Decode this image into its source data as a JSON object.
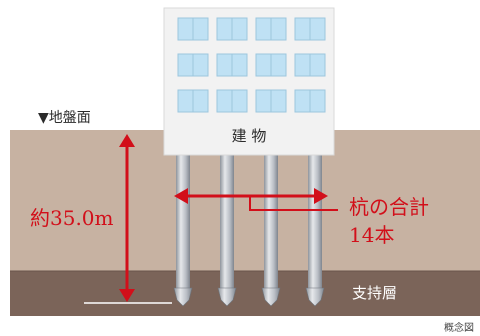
{
  "labels": {
    "ground_surface": "▼地盤面",
    "building": "建 物",
    "depth": "約35.0m",
    "pile_total_line1": "杭の合計",
    "pile_total_line2": "14本",
    "bearing_layer": "支持層",
    "concept_note": "概念図"
  },
  "colors": {
    "sky": "#ffffff",
    "soil": "#c7b2a2",
    "bearing_layer": "#7b6459",
    "accent_red": "#d20f1a",
    "building": "#f2f2f2",
    "window": "#bfe1f4",
    "pile": "#c9ccd1",
    "text_dark": "#2b2b2b",
    "text_light": "#ffffff"
  }
}
